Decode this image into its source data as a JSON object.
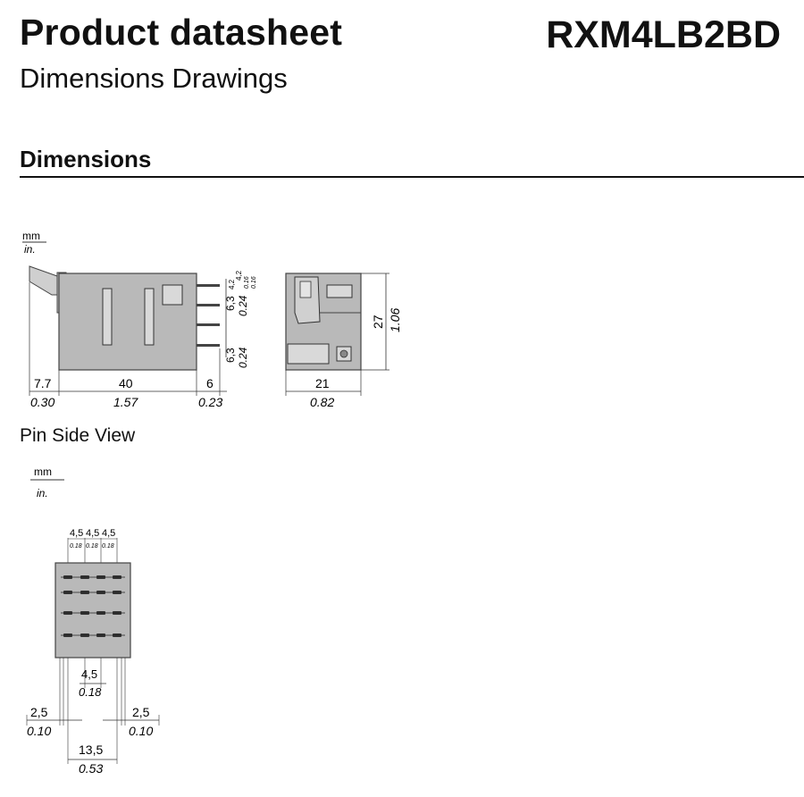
{
  "header": {
    "title": "Product datasheet",
    "subtitle": "Dimensions Drawings",
    "product_code": "RXM4LB2BD"
  },
  "section": {
    "heading": "Dimensions"
  },
  "units": {
    "metric": "mm",
    "imperial": "in."
  },
  "side_view": {
    "dims": {
      "tab_mm": "7.7",
      "tab_in": "0.30",
      "body_mm": "40",
      "body_in": "1.57",
      "pins_mm": "6",
      "pins_in": "0.23",
      "pin_pitch_top_mm": "6,3",
      "pin_pitch_top_in": "0.24",
      "pin_pitch_bottom_mm": "6,3",
      "pin_pitch_bottom_in": "0.24",
      "pin_small_a": "4,2",
      "pin_small_b": "4,2",
      "pin_small_c": "0.16",
      "pin_small_d": "0.16"
    }
  },
  "front_view": {
    "dims": {
      "width_mm": "21",
      "width_in": "0.82",
      "height_mm": "27",
      "height_in": "1.06"
    }
  },
  "pin_view": {
    "caption": "Pin Side View",
    "dims": {
      "col_pitch_a": "4,5",
      "col_pitch_b": "4,5",
      "col_pitch_c": "4,5",
      "col_pitch_in_a": "0.18",
      "col_pitch_in_b": "0.18",
      "col_pitch_in_c": "0.18",
      "row_pitch_mm": "4,5",
      "row_pitch_in": "0.18",
      "left_offset_mm": "2,5",
      "left_offset_in": "0.10",
      "right_offset_mm": "2,5",
      "right_offset_in": "0.10",
      "span_mm": "13,5",
      "span_in": "0.53"
    }
  }
}
